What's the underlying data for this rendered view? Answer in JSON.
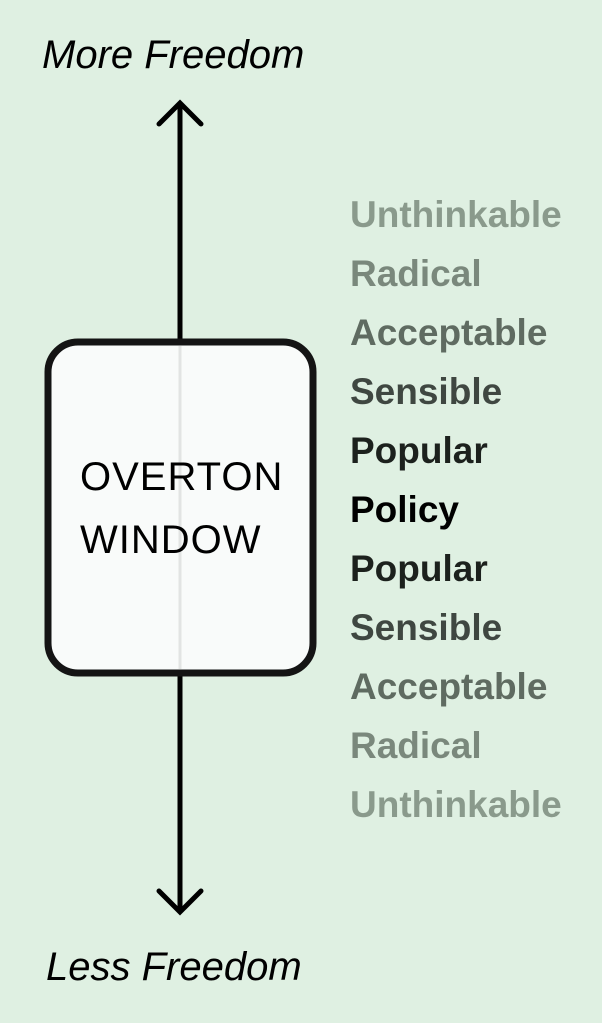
{
  "axis": {
    "top_label": "More Freedom",
    "bottom_label": "Less Freedom"
  },
  "window": {
    "line1": "OVERTON",
    "line2": "WINDOW"
  },
  "scale": {
    "items": [
      {
        "label": "Unthinkable",
        "color": "#8a9a8c"
      },
      {
        "label": "Radical",
        "color": "#7a887c"
      },
      {
        "label": "Acceptable",
        "color": "#5f6b61"
      },
      {
        "label": "Sensible",
        "color": "#3f4741"
      },
      {
        "label": "Popular",
        "color": "#1c211d"
      },
      {
        "label": "Policy",
        "color": "#000000"
      },
      {
        "label": "Popular",
        "color": "#1c211d"
      },
      {
        "label": "Sensible",
        "color": "#3f4741"
      },
      {
        "label": "Acceptable",
        "color": "#5f6b61"
      },
      {
        "label": "Radical",
        "color": "#7a887c"
      },
      {
        "label": "Unthinkable",
        "color": "#8a9a8c"
      }
    ]
  },
  "colors": {
    "background": "#dff0e2",
    "window_fill": "#f9fbfa",
    "stroke": "#000000"
  }
}
